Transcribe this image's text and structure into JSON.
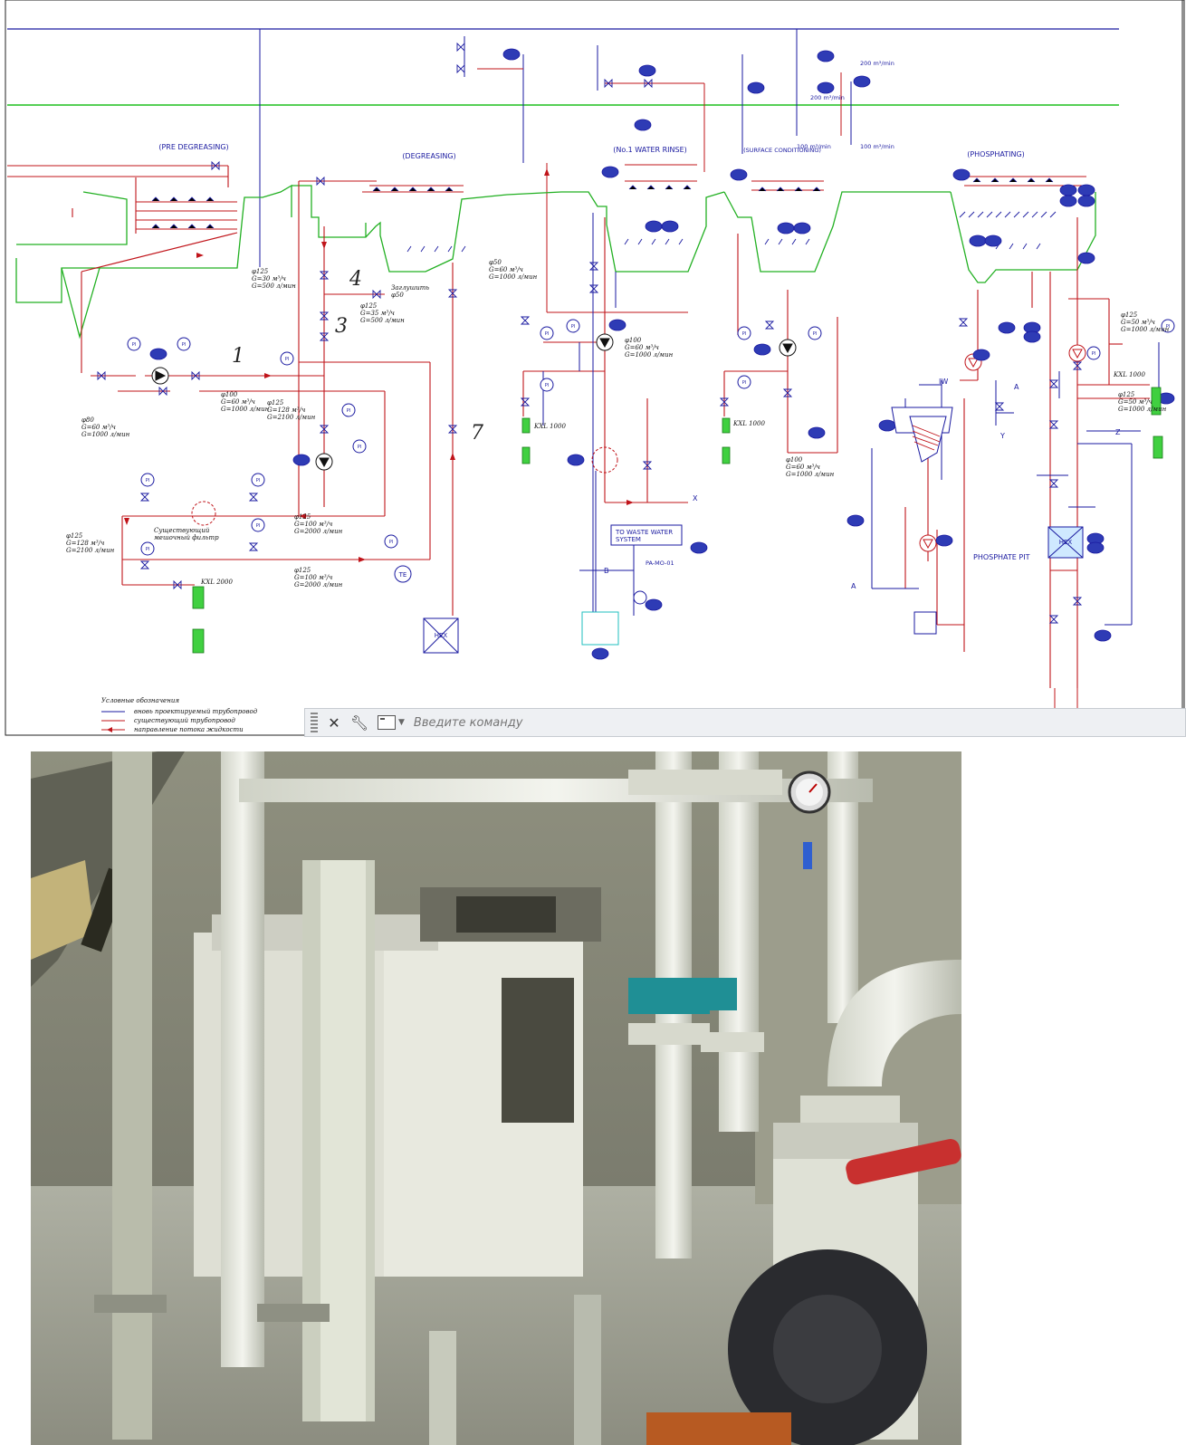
{
  "diagram": {
    "sections": [
      "(PRE DEGREASING)",
      "(DEGREASING)",
      "(No.1 WATER RINSE)",
      "(SURFACE CONDITIONING)",
      "(PHOSPHATING)"
    ],
    "step_numbers": [
      "1",
      "3",
      "4",
      "7"
    ],
    "flow_notes": {
      "n1": "φ80\nG=60 м³/ч\nG=1000 л/мин",
      "n2": "φ100\nG=60 м³/ч\nG=1000 л/мин",
      "n3": "φ125\nG=128 м³/ч\nG=2100 л/мин",
      "n4": "φ125\nG=30 м³/ч\nG=500 л/мин",
      "n5": "φ125\nG=35 м³/ч\nG=500 л/мин",
      "n6": "φ50\nG=60 м³/ч\nG=1000 л/мин",
      "n7": "φ125\nG=100 м³/ч\nG=2000 л/мин",
      "n8": "φ125\nG=100 м³/ч\nG=2000 л/мин",
      "n9": "φ125\nG=128 м³/ч\nG=2100 л/мин",
      "n10": "φ100\nG=60 м³/ч\nG=1000 л/мин",
      "n11": "φ100\nG=60 м³/ч\nG=1000 л/мин",
      "n12": "φ125\nG=50 м³/ч\nG=1000 л/мин",
      "n13": "φ125\nG=50 м³/ч\nG=1000 л/мин"
    },
    "labels": {
      "waste": "TO WASTE WATER SYSTEM",
      "pa": "PA-MO-01",
      "phosphate_pit": "PHOSPHATE PIT",
      "existing_filter": "Существующий\nмешочный фильтр",
      "zaglushka": "Заглушить\nφ50",
      "kxl1": "KXL 2000",
      "kxl2": "KXL 1000",
      "kxl3": "KXL 1000",
      "kxl4": "KXL 1000",
      "hex": "HEX",
      "flow_top": "200 m³/min",
      "flow_top2": "200 m³/min",
      "flow_mid": "100 m³/min",
      "flow_mid2": "100 m³/min",
      "iw": "IW",
      "x": "X",
      "y": "Y",
      "z": "Z",
      "a": "A",
      "b": "B",
      "pi": "PI",
      "te": "TE"
    },
    "legend": {
      "title": "Условные обозначения",
      "items": [
        "вновь проектируемый трубопровод",
        "существующий трубопровод",
        "направление потока жидкости"
      ]
    },
    "colors": {
      "pipe_new": "#1a1aa0",
      "pipe_existing": "#c0141a",
      "tank": "#22b022",
      "bus_green": "#1fbf1f",
      "instrument": "#1a1aa0",
      "filter": "#40d040"
    }
  },
  "command_bar": {
    "close_icon": "close-icon",
    "settings_icon": "wrench-icon",
    "placeholder": "Введите команду"
  },
  "photo": {
    "description_icon": "photo-of-pump-room"
  }
}
